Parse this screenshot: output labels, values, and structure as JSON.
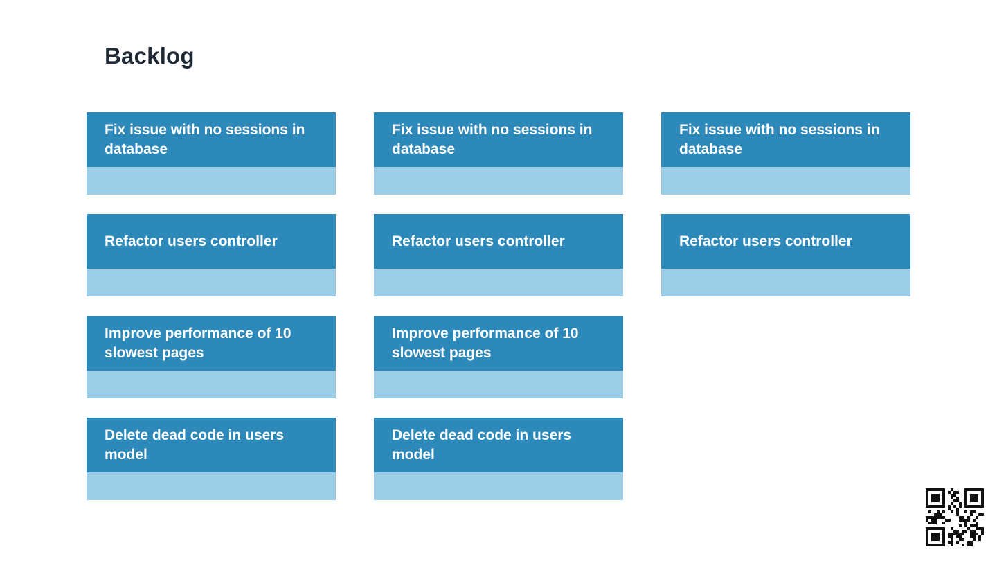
{
  "header": {
    "title": "Backlog"
  },
  "colors": {
    "title": "#1f2a36",
    "card_head": "#2e89bb",
    "card_foot": "#9bcde6",
    "qr": "#111111"
  },
  "columns": [
    {
      "cards": [
        {
          "title": "Fix issue with no sessions in database"
        },
        {
          "title": "Refactor users controller"
        },
        {
          "title": "Improve performance of 10 slowest pages"
        },
        {
          "title": "Delete dead code in users model"
        }
      ]
    },
    {
      "cards": [
        {
          "title": "Fix issue with no sessions in database"
        },
        {
          "title": "Refactor users controller"
        },
        {
          "title": "Improve performance of 10 slowest pages"
        },
        {
          "title": "Delete dead code in users model"
        }
      ]
    },
    {
      "cards": [
        {
          "title": "Fix issue with no sessions in database"
        },
        {
          "title": "Refactor users controller"
        }
      ]
    }
  ],
  "qr": {
    "icon": "qr-code-icon"
  }
}
